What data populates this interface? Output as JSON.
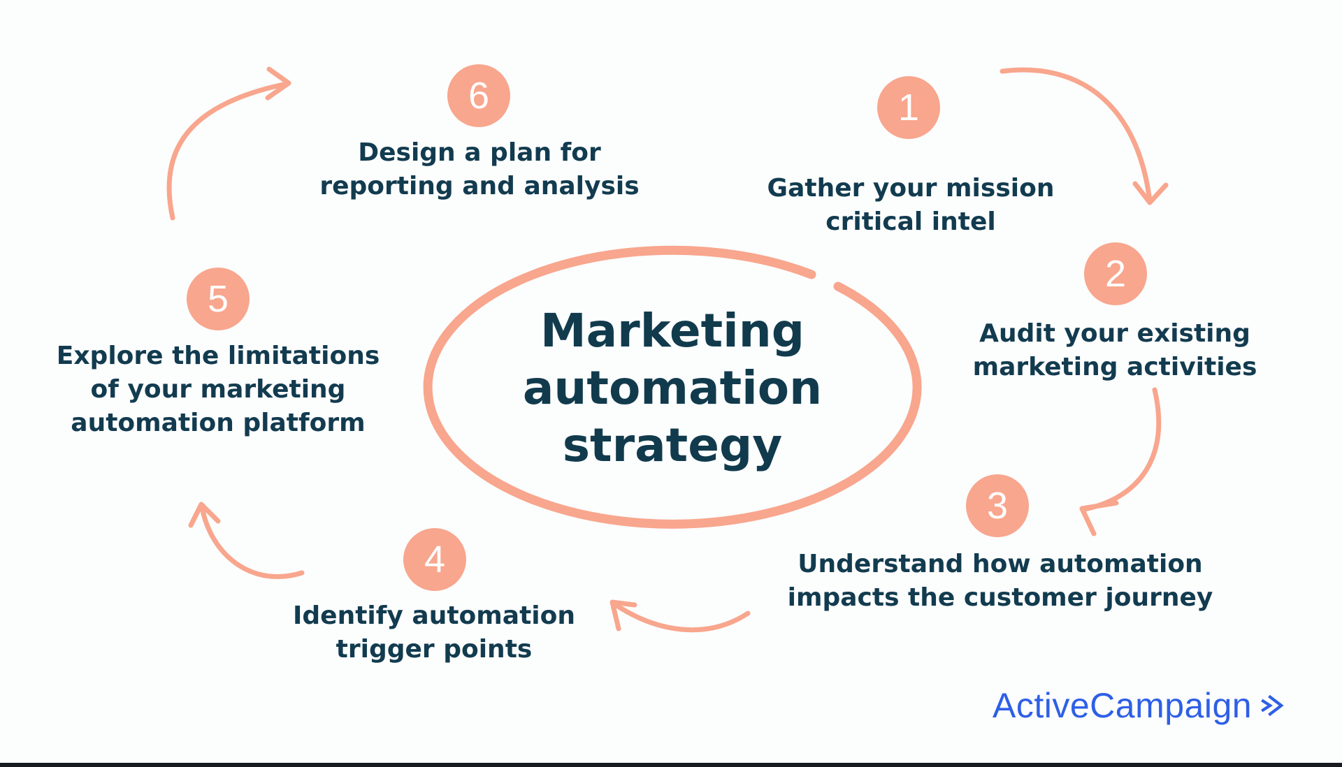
{
  "title": {
    "lines": [
      "Marketing",
      "automation",
      "strategy"
    ]
  },
  "steps": [
    {
      "number": "1",
      "lines": [
        "Gather your mission",
        "critical intel"
      ]
    },
    {
      "number": "2",
      "lines": [
        "Audit your existing",
        "marketing activities"
      ]
    },
    {
      "number": "3",
      "lines": [
        "Understand how automation",
        "impacts the customer journey"
      ]
    },
    {
      "number": "4",
      "lines": [
        "Identify automation",
        "trigger points"
      ]
    },
    {
      "number": "5",
      "lines": [
        "Explore the limitations",
        "of your marketing",
        "automation platform"
      ]
    },
    {
      "number": "6",
      "lines": [
        "Design a plan for",
        "reporting and analysis"
      ]
    }
  ],
  "logo": {
    "text": "ActiveCampaign",
    "chevron_icon": "double-chevron-right"
  },
  "colors": {
    "salmon": "#F8A68D",
    "navy_text": "#123B4F",
    "title_text": "#113B4D",
    "logo_blue": "#2E5FE6",
    "background": "#FCFDFD",
    "bottom_bar": "#171A1E",
    "circle_number_text": "#FFFFFF"
  }
}
